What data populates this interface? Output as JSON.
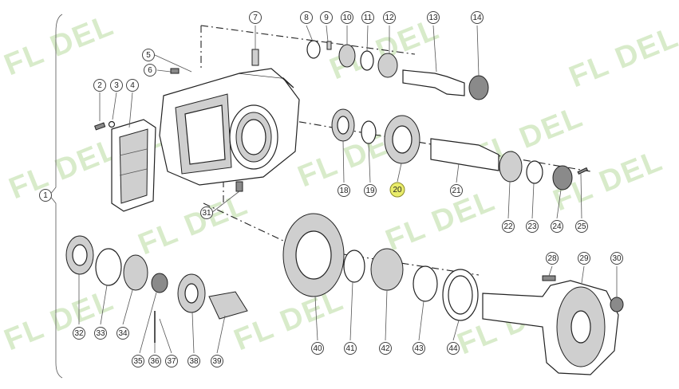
{
  "watermark": {
    "text": "FL DEL",
    "color": "#b9dca0"
  },
  "highlight_color": "#e9ec6a",
  "callouts": [
    {
      "id": "c1",
      "label": "1"
    },
    {
      "id": "c2",
      "label": "2"
    },
    {
      "id": "c3",
      "label": "3"
    },
    {
      "id": "c4",
      "label": "4"
    },
    {
      "id": "c5",
      "label": "5"
    },
    {
      "id": "c6",
      "label": "6"
    },
    {
      "id": "c7",
      "label": "7"
    },
    {
      "id": "c8",
      "label": "8"
    },
    {
      "id": "c9",
      "label": "9"
    },
    {
      "id": "c10",
      "label": "10"
    },
    {
      "id": "c11",
      "label": "11"
    },
    {
      "id": "c12",
      "label": "12"
    },
    {
      "id": "c13",
      "label": "13"
    },
    {
      "id": "c14",
      "label": "14"
    },
    {
      "id": "c18",
      "label": "18"
    },
    {
      "id": "c19",
      "label": "19"
    },
    {
      "id": "c20",
      "label": "20",
      "highlighted": true
    },
    {
      "id": "c21",
      "label": "21"
    },
    {
      "id": "c22",
      "label": "22"
    },
    {
      "id": "c23",
      "label": "23"
    },
    {
      "id": "c24",
      "label": "24"
    },
    {
      "id": "c25",
      "label": "25"
    },
    {
      "id": "c28",
      "label": "28"
    },
    {
      "id": "c29",
      "label": "29"
    },
    {
      "id": "c30",
      "label": "30"
    },
    {
      "id": "c31",
      "label": "31"
    },
    {
      "id": "c32",
      "label": "32"
    },
    {
      "id": "c33",
      "label": "33"
    },
    {
      "id": "c34",
      "label": "34"
    },
    {
      "id": "c35",
      "label": "35"
    },
    {
      "id": "c36",
      "label": "36"
    },
    {
      "id": "c37",
      "label": "37"
    },
    {
      "id": "c38",
      "label": "38"
    },
    {
      "id": "c39",
      "label": "39"
    },
    {
      "id": "c40",
      "label": "40"
    },
    {
      "id": "c41",
      "label": "41"
    },
    {
      "id": "c42",
      "label": "42"
    },
    {
      "id": "c43",
      "label": "43"
    },
    {
      "id": "c44",
      "label": "44"
    }
  ]
}
